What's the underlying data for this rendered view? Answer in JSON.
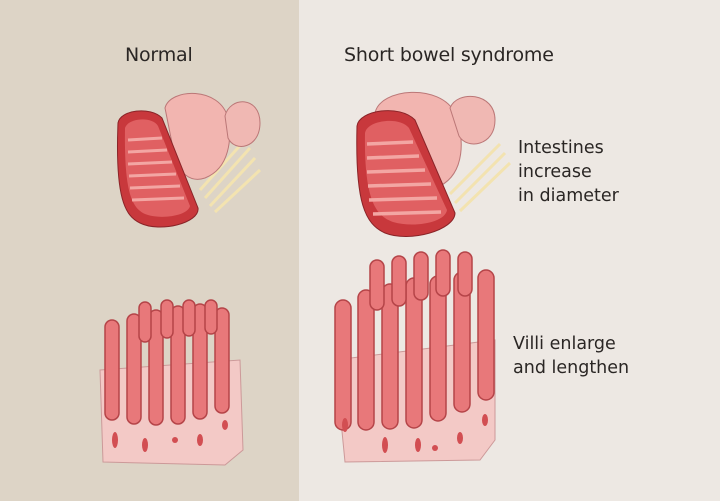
{
  "panels": {
    "normal": {
      "title": "Normal",
      "background": "#ddd4c6"
    },
    "short_bowel": {
      "title": "Short bowel syndrome",
      "background": "#ede8e3",
      "annotations": [
        {
          "lines": [
            "Intestines",
            "increase",
            "in diameter"
          ]
        },
        {
          "lines": [
            "Villi enlarge",
            "and lengthen"
          ]
        }
      ]
    }
  },
  "illustrations": {
    "intestine_icon": "intestine-cross-section",
    "villi_icon": "villi-tissue-block"
  },
  "colors": {
    "tissue_pink": "#f0a0a0",
    "lumen_red": "#c8383c",
    "mesentery_yellow": "#f0dca0",
    "text": "#2a2624"
  }
}
